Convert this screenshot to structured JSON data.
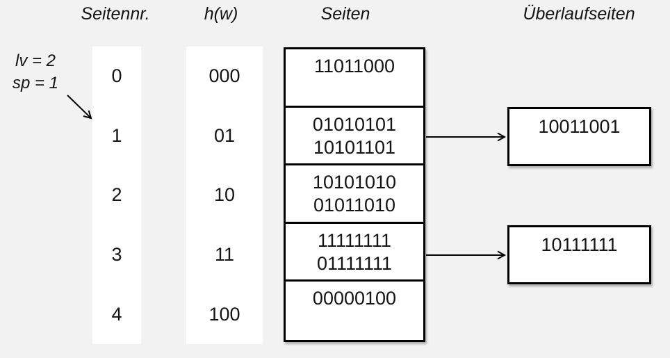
{
  "colors": {
    "background": "#f2f2f2",
    "surface": "#ffffff",
    "line": "#000000",
    "text": "#141414"
  },
  "headers": {
    "seitennr": "Seitennr.",
    "hw": "h(w)",
    "seiten": "Seiten",
    "ueberlauf": "Überlaufseiten"
  },
  "annotations": {
    "lv": "lv = 2",
    "sp": "sp = 1"
  },
  "table": {
    "rows": [
      {
        "nr": "0",
        "hw": "000",
        "line1": "11011000",
        "line2": ""
      },
      {
        "nr": "1",
        "hw": "01",
        "line1": "01010101",
        "line2": "10101101"
      },
      {
        "nr": "2",
        "hw": "10",
        "line1": "10101010",
        "line2": "01011010"
      },
      {
        "nr": "3",
        "hw": "11",
        "line1": "11111111",
        "line2": "01111111"
      },
      {
        "nr": "4",
        "hw": "100",
        "line1": "00000100",
        "line2": ""
      }
    ]
  },
  "overflow": [
    {
      "value": "10011001"
    },
    {
      "value": "10111111"
    }
  ]
}
